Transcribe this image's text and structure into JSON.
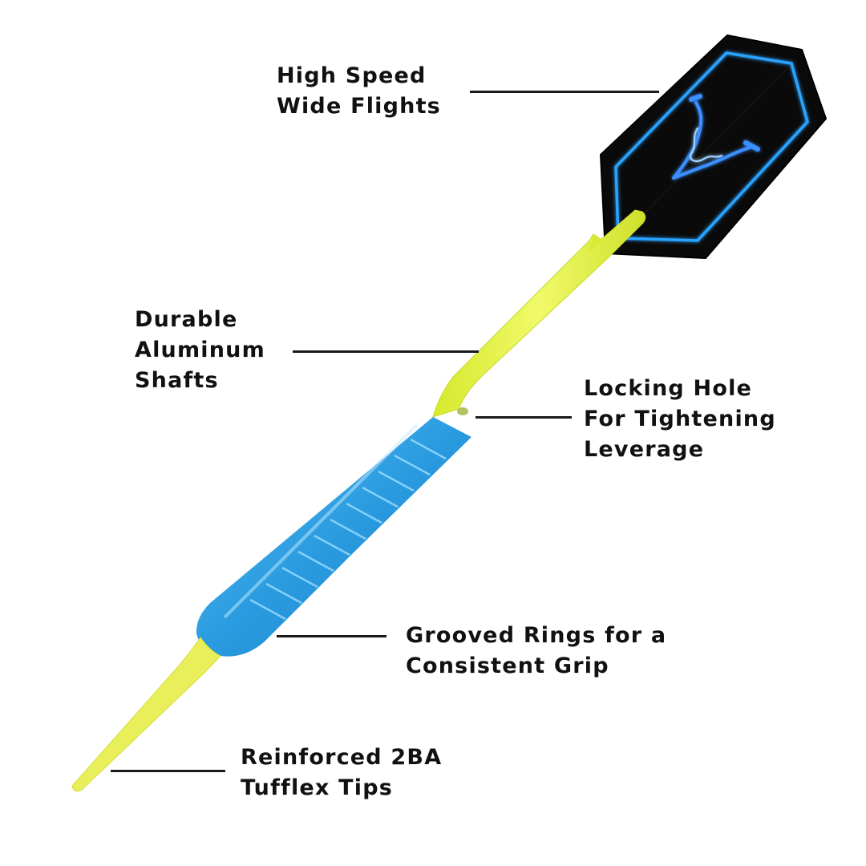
{
  "diagram": {
    "subject": "Soft-tip dart with labeled features",
    "colors": {
      "background": "#ffffff",
      "text": "#111111",
      "leader_line": "#1a1a1a",
      "flight_black": "#0a0a0a",
      "flight_neon_blue": "#2aa3ff",
      "shaft_yellow": "#e4f23a",
      "barrel_blue": "#2a9be0",
      "tip_yellow": "#e8ef5a"
    },
    "parts": [
      {
        "id": "flight",
        "name": "Flight",
        "logo": "V-logo"
      },
      {
        "id": "shaft",
        "name": "Shaft"
      },
      {
        "id": "barrel",
        "name": "Barrel"
      },
      {
        "id": "tip",
        "name": "Tip"
      }
    ],
    "callouts": [
      {
        "id": "flights",
        "lines": [
          "High Speed",
          "Wide Flights"
        ]
      },
      {
        "id": "shafts",
        "lines": [
          "Durable",
          "Aluminum",
          "Shafts"
        ]
      },
      {
        "id": "locking-hole",
        "lines": [
          "Locking Hole",
          "For Tightening",
          "Leverage"
        ]
      },
      {
        "id": "grooved-rings",
        "lines": [
          "Grooved Rings for a",
          "Consistent Grip"
        ]
      },
      {
        "id": "tips",
        "lines": [
          "Reinforced 2BA",
          "Tufflex Tips"
        ]
      }
    ]
  }
}
